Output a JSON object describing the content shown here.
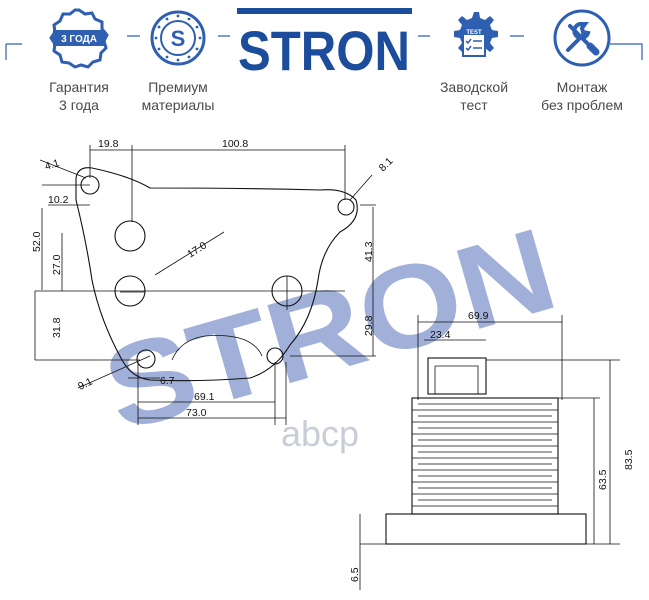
{
  "header": {
    "brand": "STRON",
    "watermark_brand": "STRON",
    "watermark_site": "аbcp",
    "colors": {
      "brand": "#1c4d9c",
      "accent": "#2f5fb0",
      "caption": "#4a4a4a"
    },
    "features": [
      {
        "icon": "warranty-badge-icon",
        "badge": "3 ГОДА",
        "caption": "Гарантия\n3 года"
      },
      {
        "icon": "premium-materials-icon",
        "badge": "S",
        "caption": "Премиум\nматериалы"
      },
      {
        "icon": "factory-test-icon",
        "badge": "TEST",
        "caption": "Заводской\nтест"
      },
      {
        "icon": "tools-icon",
        "badge": "",
        "caption": "Монтаж\nбез проблем"
      }
    ]
  },
  "drawing": {
    "top_view": {
      "dims": [
        "19.8",
        "100.8",
        "4.1",
        "10.2",
        "8.1",
        "52.0",
        "27.0",
        "41.3",
        "31.8",
        "29.8",
        "17.0",
        "9.1",
        "6.7",
        "69.1",
        "73.0"
      ]
    },
    "side_view": {
      "dims": [
        "69.9",
        "23.4",
        "83.5",
        "63.5",
        "6.5"
      ]
    }
  }
}
